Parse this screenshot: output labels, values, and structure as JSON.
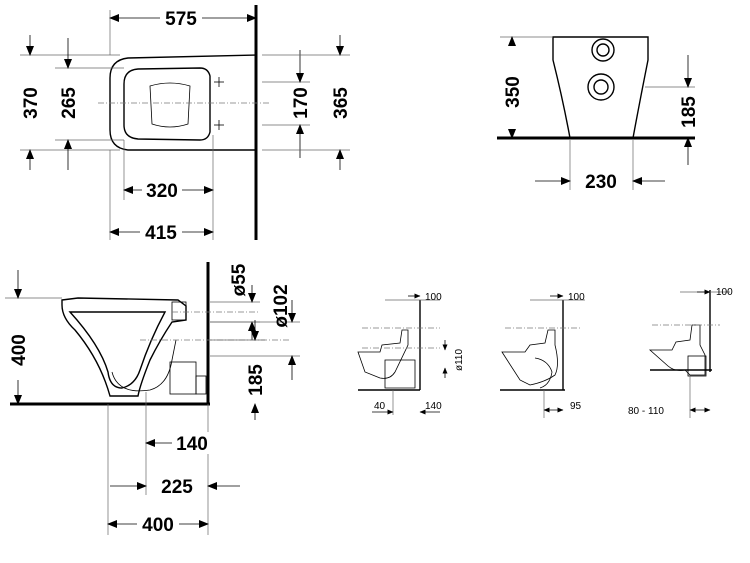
{
  "views": {
    "top_view": {
      "dim_width": "575",
      "dim_depth_total": "370",
      "dim_seat_depth": "265",
      "dim_fixing_spacing": "170",
      "dim_depth_back": "365",
      "dim_fixing_distance": "320",
      "dim_length_bottom": "415"
    },
    "rear_view": {
      "dim_height": "350",
      "dim_outlet_height": "185",
      "dim_width": "230"
    },
    "side_view": {
      "dim_height": "400",
      "dim_inlet_diameter": "ø55",
      "dim_outlet_diameter": "ø102",
      "dim_outlet_height": "185",
      "dim_140": "140",
      "dim_225": "225",
      "dim_400": "400"
    },
    "detail_1": {
      "dim_top": "100",
      "dim_pipe": "ø110",
      "dim_left": "40",
      "dim_right": "140"
    },
    "detail_2": {
      "dim_top": "100",
      "dim_right": "95"
    },
    "detail_3": {
      "dim_top": "100",
      "dim_range": "80 - 110"
    }
  }
}
